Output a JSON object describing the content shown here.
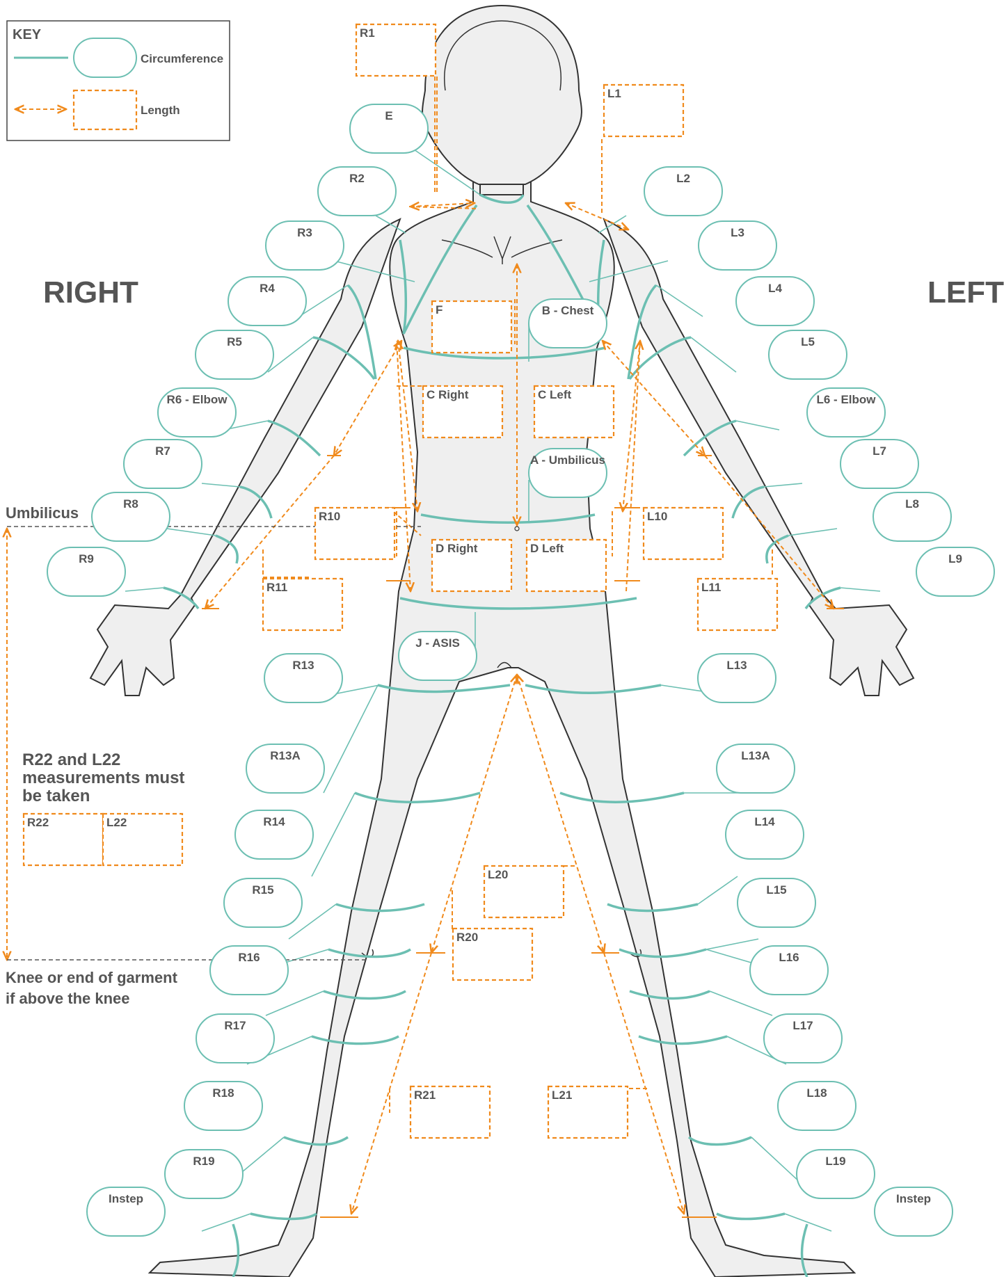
{
  "key": {
    "title": "KEY",
    "circumference": "Circumference",
    "length": "Length"
  },
  "sides": {
    "right": "RIGHT",
    "left": "LEFT"
  },
  "notes": {
    "umbilicus": "Umbilicus",
    "knee_line1": "Knee or end of garment",
    "knee_line2": "if above the knee",
    "r22_line1": "R22 and L22",
    "r22_line2": "measurements must",
    "r22_line3": "be taken"
  },
  "circumference_labels": {
    "E": "E",
    "R2": "R2",
    "R3": "R3",
    "R4": "R4",
    "R5": "R5",
    "R6": "R6 - Elbow",
    "R7": "R7",
    "R8": "R8",
    "R9": "R9",
    "L2": "L2",
    "L3": "L3",
    "L4": "L4",
    "L5": "L5",
    "L6": "L6 - Elbow",
    "L7": "L7",
    "L8": "L8",
    "L9": "L9",
    "B": "B - Chest",
    "A": "A - Umbilicus",
    "J": "J - ASIS",
    "R13": "R13",
    "R13A": "R13A",
    "R14": "R14",
    "R15": "R15",
    "R16": "R16",
    "R17": "R17",
    "R18": "R18",
    "R19": "R19",
    "RInstep": "Instep",
    "L13": "L13",
    "L13A": "L13A",
    "L14": "L14",
    "L15": "L15",
    "L16": "L16",
    "L17": "L17",
    "L18": "L18",
    "L19": "L19",
    "LInstep": "Instep"
  },
  "length_labels": {
    "R1": "R1",
    "L1": "L1",
    "F": "F",
    "CRight": "C Right",
    "CLeft": "C Left",
    "DRight": "D Right",
    "DLeft": "D Left",
    "R10": "R10",
    "L10": "L10",
    "R11": "R11",
    "L11": "L11",
    "R20": "R20",
    "L20": "L20",
    "R21": "R21",
    "L21": "L21",
    "R22": "R22",
    "L22": "L22"
  },
  "colors": {
    "circumference": "#6cbfb2",
    "length": "#f08a1c",
    "text": "#555555"
  }
}
